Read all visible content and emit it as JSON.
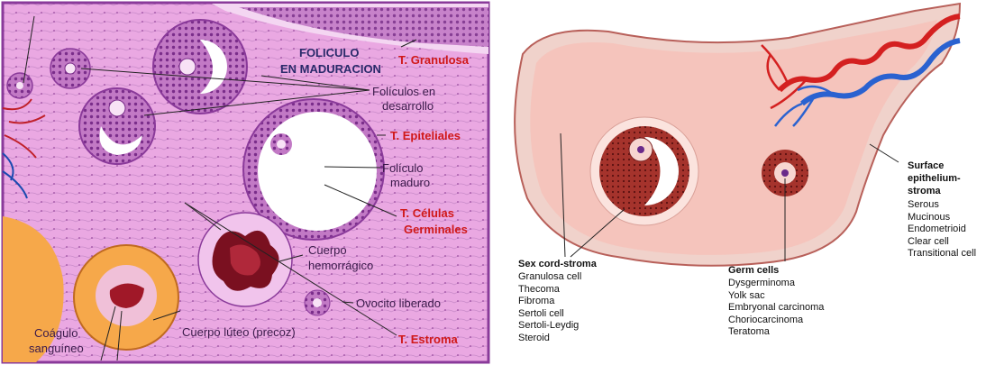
{
  "left_panel": {
    "title_line1": "FOLICULO",
    "title_line2": "EN MADURACION",
    "labels": {
      "granulosa": "T. Granulosa",
      "foliculos_desarrollo_1": "Folículos en",
      "foliculos_desarrollo_2": "desarrollo",
      "epiteliales": "T. Epiteliales",
      "foliculo_maduro_1": "Folículo",
      "foliculo_maduro_2": "maduro",
      "celulas_1": "T.  Células",
      "celulas_2": "Germinales",
      "cuerpo_hemorragico_1": "Cuerpo",
      "cuerpo_hemorragico_2": "hemorrágico",
      "ovocito_liberado": "Ovocito liberado",
      "cuerpo_luteo": "Cuerpo lúteo (precoz)",
      "coagulo_1": "Coágulo",
      "coagulo_2": "sanguíneo",
      "estroma": "T. Estroma"
    },
    "colors": {
      "tissue": "#e9a6e0",
      "label_red": "#d01818",
      "corpus_luteum": "#f6a84a"
    }
  },
  "right_panel": {
    "sex_cord": {
      "heading": "Sex cord-stroma",
      "items": [
        "Granulosa cell",
        "Thecoma",
        "Fibroma",
        "Sertoli cell",
        "Sertoli-Leydig",
        "Steroid"
      ]
    },
    "germ_cells": {
      "heading": "Germ cells",
      "items": [
        "Dysgerminoma",
        "Yolk sac",
        "Embryonal carcinoma",
        "Choriocarcinoma",
        "Teratoma"
      ]
    },
    "surface": {
      "heading_1": "Surface",
      "heading_2": "epithelium-",
      "heading_3": "stroma",
      "items": [
        "Serous",
        "Mucinous",
        "Endometrioid",
        "Clear cell",
        "Transitional cell"
      ]
    },
    "colors": {
      "stroma": "#f5c4bc",
      "follicle": "#a5332c",
      "artery": "#d42020",
      "vein": "#2a62d0"
    }
  }
}
